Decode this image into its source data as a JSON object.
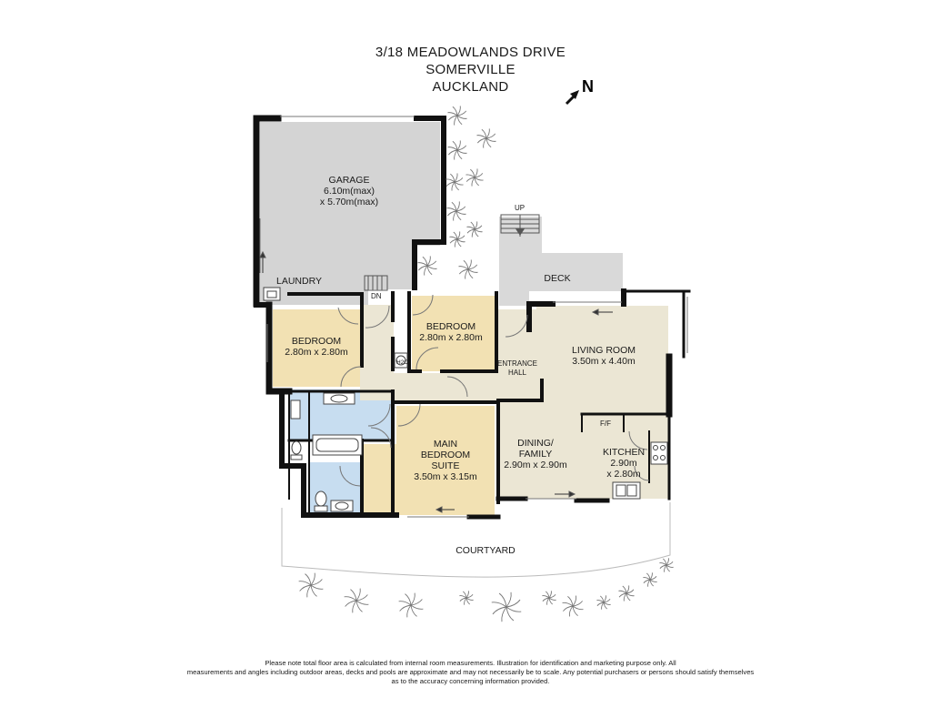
{
  "address": {
    "line1": "3/18 MEADOWLANDS DRIVE",
    "line2": "SOMERVILLE",
    "line3": "AUCKLAND"
  },
  "north": "N",
  "rooms": {
    "garage": {
      "name": "GARAGE",
      "dim1": "6.10m(max)",
      "dim2": "x 5.70m(max)"
    },
    "laundry": {
      "name": "LAUNDRY"
    },
    "bedroom1": {
      "name": "BEDROOM",
      "dims": "2.80m x 2.80m"
    },
    "bedroom2": {
      "name": "BEDROOM",
      "dims": "2.80m x 2.80m"
    },
    "deck": {
      "name": "DECK"
    },
    "entrance": {
      "line1": "ENTRANCE",
      "line2": "HALL"
    },
    "living": {
      "name": "LIVING ROOM",
      "dims": "3.50m x 4.40m"
    },
    "main_bedroom": {
      "line1": "MAIN",
      "line2": "BEDROOM",
      "line3": "SUITE",
      "dims": "3.50m x 3.15m"
    },
    "dining": {
      "line1": "DINING/",
      "line2": "FAMILY",
      "dims": "2.90m x 2.90m"
    },
    "kitchen": {
      "name": "KITCHEN",
      "dim1": "2.90m",
      "dim2": "x 2.80m"
    },
    "courtyard": {
      "name": "COURTYARD"
    }
  },
  "marks": {
    "up": "UP",
    "dn": "DN",
    "h2o": "H2O",
    "ff": "F/F"
  },
  "disclaimer": {
    "line1": "Please note total floor area is calculated from internal room measurements. Illustration for identification and marketing purpose only. All",
    "line2": "measurements and angles including outdoor areas, decks and pools are approximate and may not necessarily be to scale. Any potential purchasers or persons should satisfy themselves",
    "line3": "as to the accuracy concerning information provided."
  },
  "colors": {
    "garage_fill": "#d4d4d4",
    "bedroom_fill": "#f2e1b3",
    "hall_fill": "#ebe6d4",
    "bath_fill": "#c7ddf0",
    "deck_fill": "#d9d9d9",
    "wall": "#111111"
  }
}
